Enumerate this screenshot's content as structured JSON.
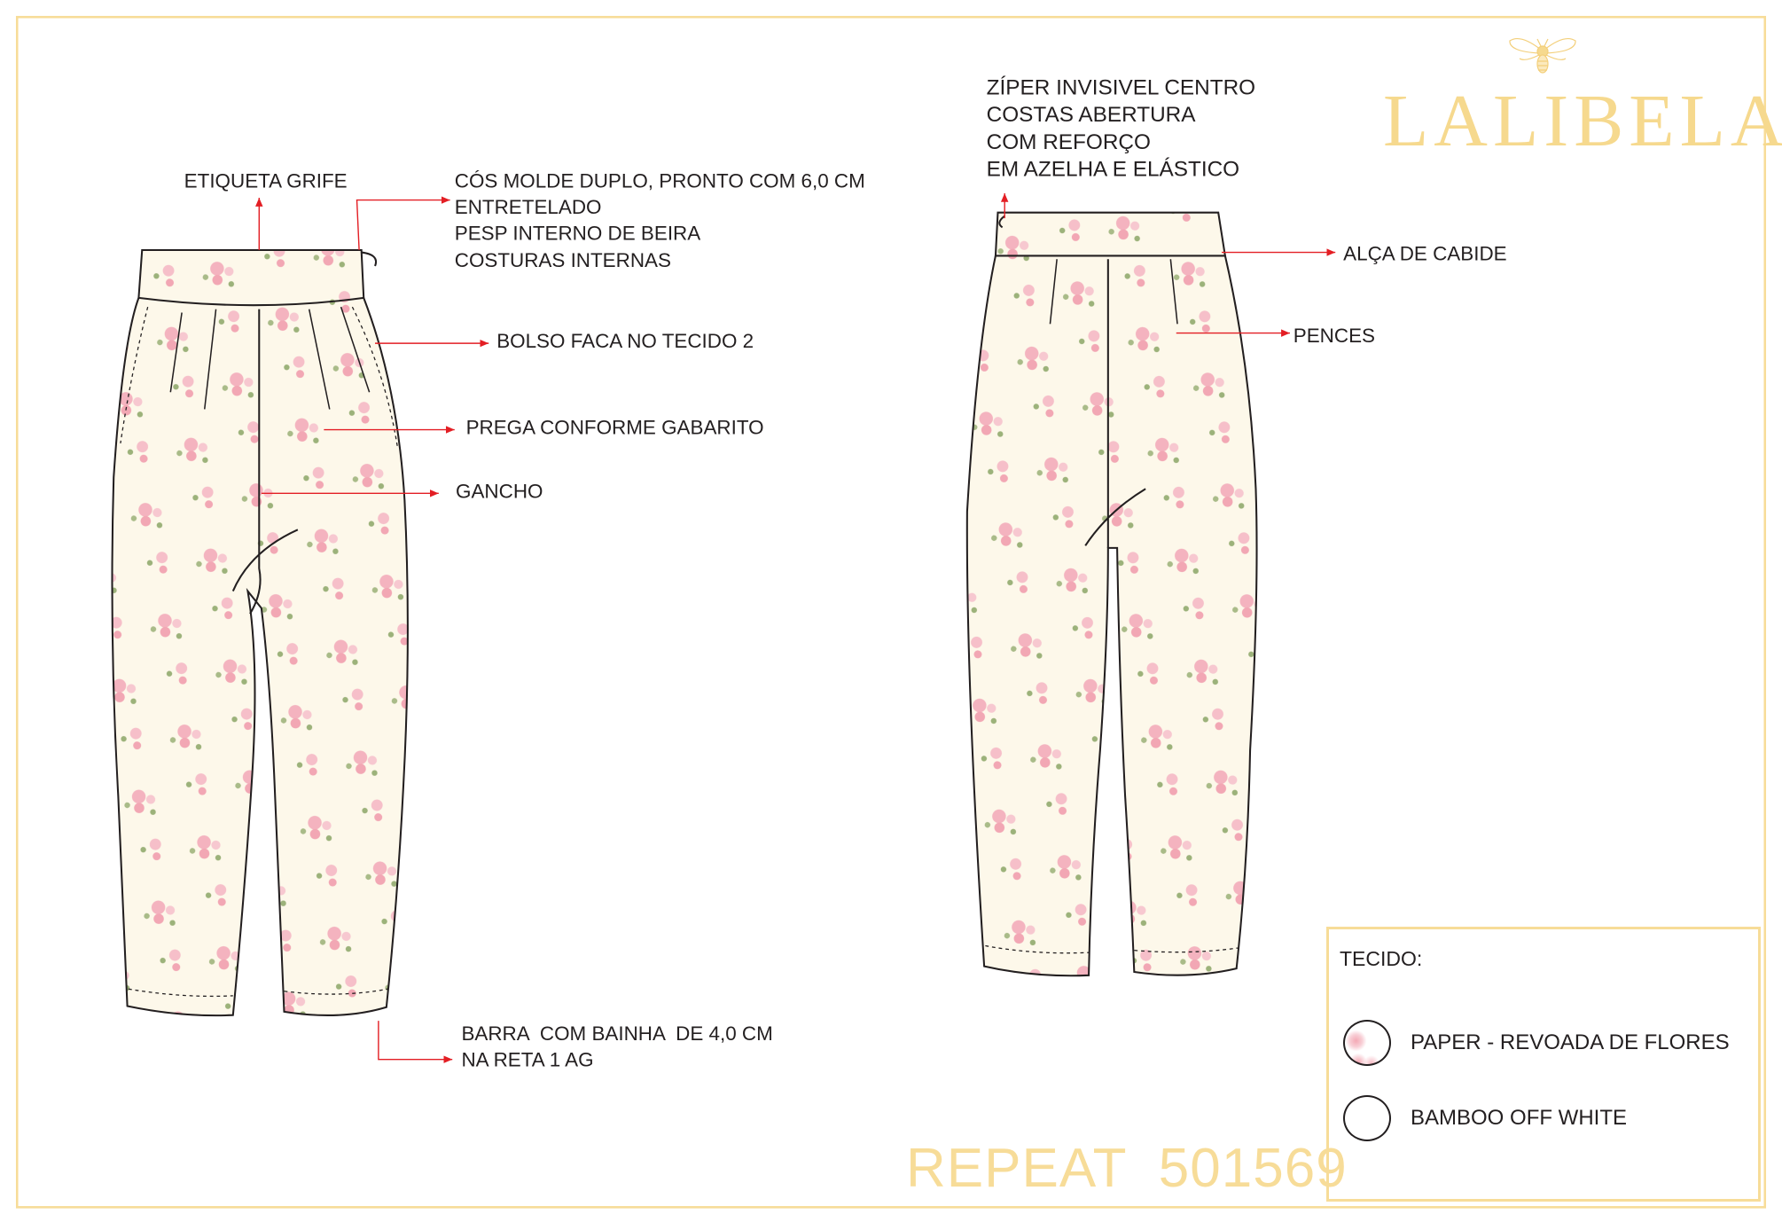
{
  "brand": {
    "logo_text": "LALIBELA",
    "logo_icon": "bee-icon",
    "color": "#f7dc98"
  },
  "front_labels": {
    "etiqueta": "ETIQUETA GRIFE",
    "cos_lines": [
      "CÓS MOLDE DUPLO, PRONTO COM 6,0 CM",
      "ENTRETELADO",
      "PESP INTERNO DE BEIRA",
      "COSTURAS INTERNAS"
    ],
    "bolso": "BOLSO FACA NO TECIDO 2",
    "prega": "PREGA CONFORME GABARITO",
    "gancho": "GANCHO",
    "barra_lines": [
      "BARRA  COM BAINHA  DE 4,0 CM",
      "NA RETA 1 AG"
    ]
  },
  "back_labels": {
    "ziper_lines": [
      "ZÍPER INVISIVEL CENTRO",
      "COSTAS ABERTURA",
      "COM REFORÇO",
      "EM AZELHA E ELÁSTICO"
    ],
    "alca": "ALÇA DE CABIDE",
    "pences": "PENCES"
  },
  "legend": {
    "title": "TECIDO:",
    "items": [
      {
        "label": "PAPER - REVOADA DE FLORES",
        "swatch": "floral"
      },
      {
        "label": "BAMBOO OFF WHITE",
        "swatch": "plain"
      }
    ]
  },
  "repeat": "REPEAT  501569",
  "colors": {
    "arrow": "#e31e24",
    "fabric": "#fdf8ea",
    "flower": "#f2a7b4",
    "leaf": "#9cb27a",
    "border": "#f7dc98"
  }
}
